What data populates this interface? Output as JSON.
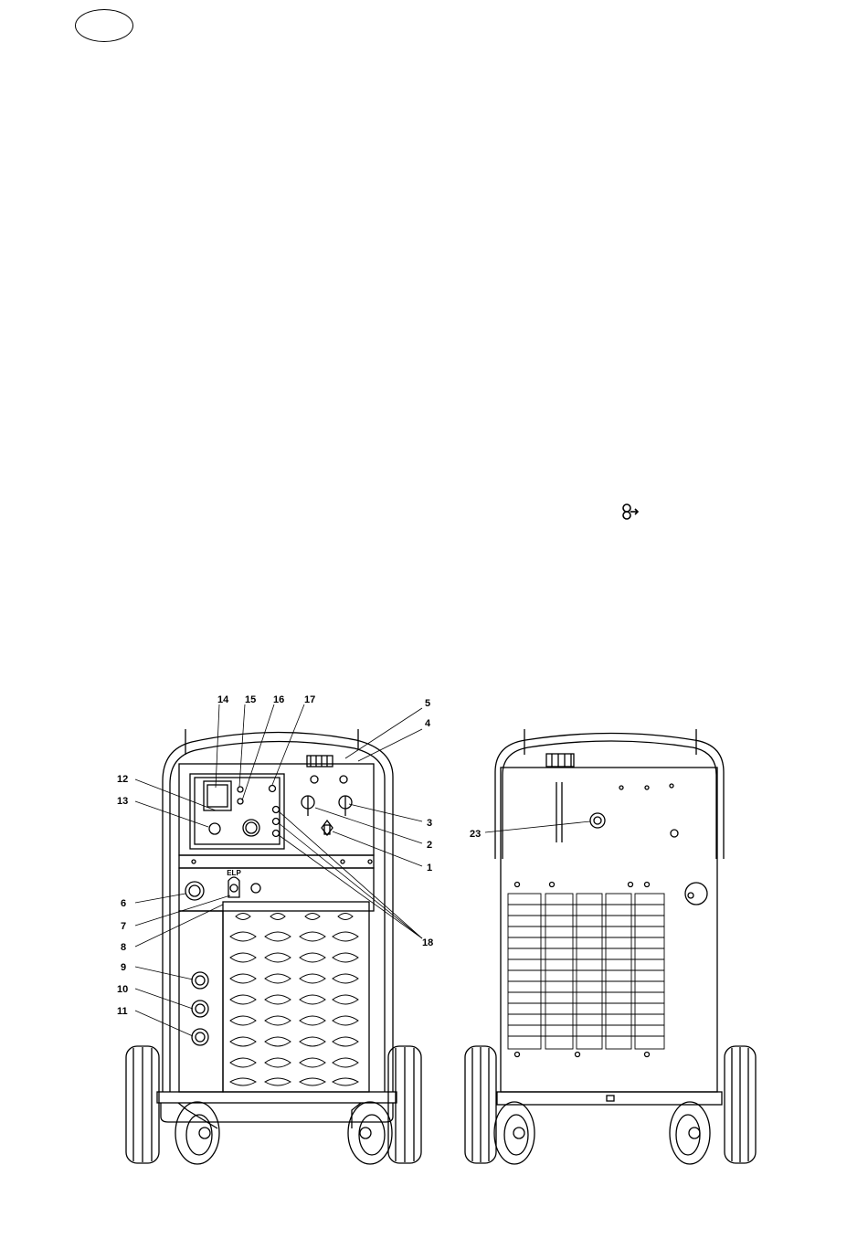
{
  "language_badge": {
    "text": ""
  },
  "fan_symbol": {
    "icon": "fan-arrow-icon"
  },
  "front_view": {
    "handle_logo": "ELP",
    "callouts": [
      "14",
      "15",
      "16",
      "17",
      "5",
      "4",
      "12",
      "13",
      "3",
      "2",
      "1",
      "6",
      "7",
      "8",
      "18",
      "9",
      "10",
      "11"
    ]
  },
  "rear_view": {
    "callouts": [
      "23"
    ]
  },
  "colors": {
    "line": "#000000",
    "background": "#ffffff"
  }
}
